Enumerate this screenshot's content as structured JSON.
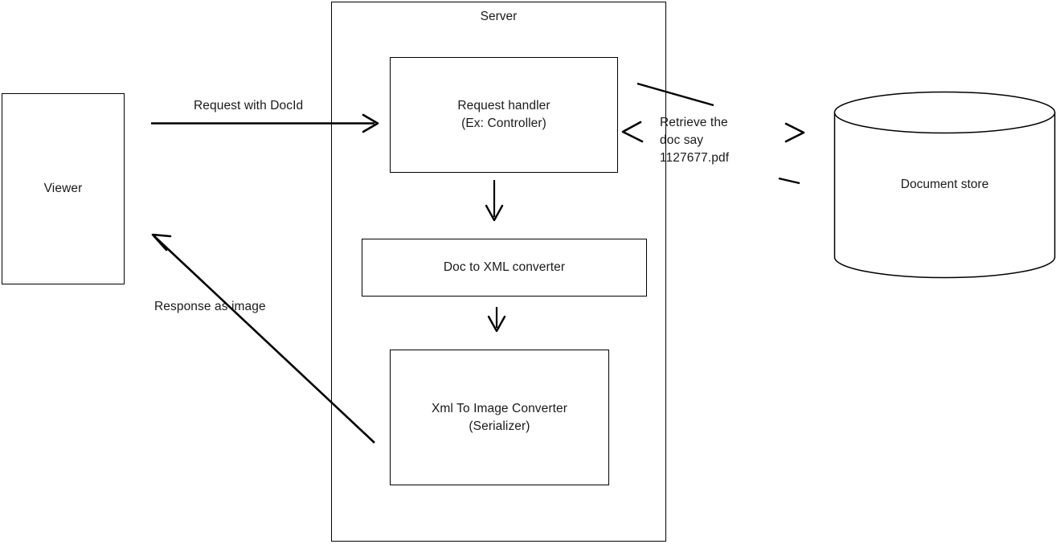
{
  "diagram": {
    "title_label": "Server",
    "boundary_name": "server-boundary",
    "nodes": {
      "viewer": {
        "label": "Viewer"
      },
      "request_handler": {
        "label": "Request handler\n(Ex: Controller)"
      },
      "doc_to_xml": {
        "label": "Doc to XML converter"
      },
      "xml_to_image": {
        "label": "Xml To Image Converter\n(Serializer)"
      },
      "document_store": {
        "label": "Document store"
      }
    },
    "edges": {
      "request": {
        "label": "Request with DocId"
      },
      "response": {
        "label": "Response as image"
      },
      "retrieve": {
        "label": "Retrieve the\ndoc say\n1127677.pdf"
      }
    },
    "colors": {
      "stroke": "#000000",
      "text": "#1a1a1a",
      "background": "#ffffff"
    }
  }
}
